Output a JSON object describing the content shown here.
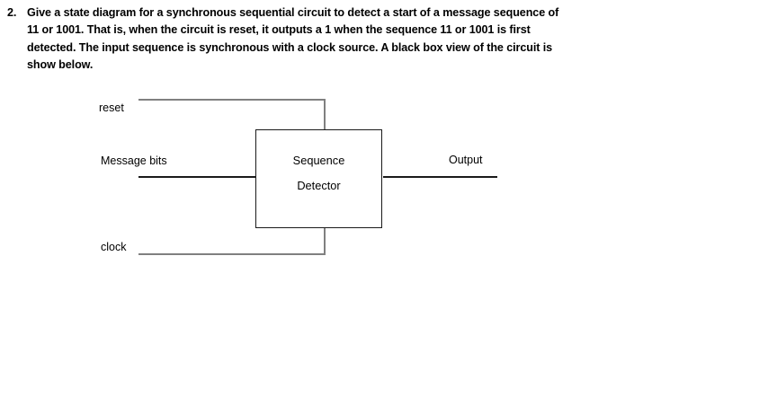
{
  "problem": {
    "number": "2.",
    "lines": [
      "Give a state diagram for a synchronous sequential circuit to detect a start of a message sequence of",
      "11 or 1001. That is, when the circuit is reset, it outputs a 1 when the sequence 11 or 1001 is first",
      "detected. The input sequence is synchronous with a clock source. A black box view of the circuit is",
      "show below."
    ]
  },
  "diagram": {
    "reset_label": "reset",
    "message_bits_label": "Message bits",
    "clock_label": "clock",
    "output_label": "Output",
    "box_title_line1": "Sequence",
    "box_title_line2": "Detector",
    "colors": {
      "wire_gray": "#808080",
      "ink": "#1a1a1a"
    }
  }
}
